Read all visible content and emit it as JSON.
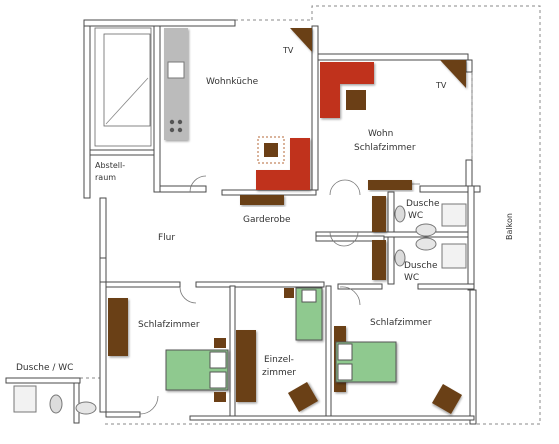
{
  "colors": {
    "wall": "#ffffff",
    "wall_stroke": "#4a4a4a",
    "furniture_brown": "#6b3f16",
    "sofa_red": "#c0321e",
    "bed_green": "#8fc98f",
    "appliance_gray": "#b8b8b8",
    "dashed": "#888888"
  },
  "rooms": {
    "wohnkueche": "Wohnküche",
    "abstellraum_1": "Abstell-",
    "abstellraum_2": "raum",
    "garderobe": "Garderobe",
    "flur": "Flur",
    "wohn_schlaf_1": "Wohn",
    "wohn_schlaf_2": "Schlafzimmer",
    "dusche_wc_top_1": "Dusche",
    "dusche_wc_top_2": "WC",
    "dusche_wc_mid_1": "Dusche",
    "dusche_wc_mid_2": "WC",
    "balkon": "Balkon",
    "schlafzimmer_left": "Schlafzimmer",
    "einzelzimmer_1": "Einzel-",
    "einzelzimmer_2": "zimmer",
    "schlafzimmer_right": "Schlafzimmer",
    "dusche_wc_left": "Dusche / WC"
  },
  "tv_labels": {
    "kitchen": "TV",
    "living": "TV"
  },
  "icons": {
    "tv": "tv-icon",
    "sink": "sink-icon",
    "stove": "stove-icon",
    "toilet": "toilet-icon",
    "shower": "shower-icon",
    "bed": "bed-icon",
    "sofa": "sofa-icon",
    "armchair": "armchair-icon"
  }
}
